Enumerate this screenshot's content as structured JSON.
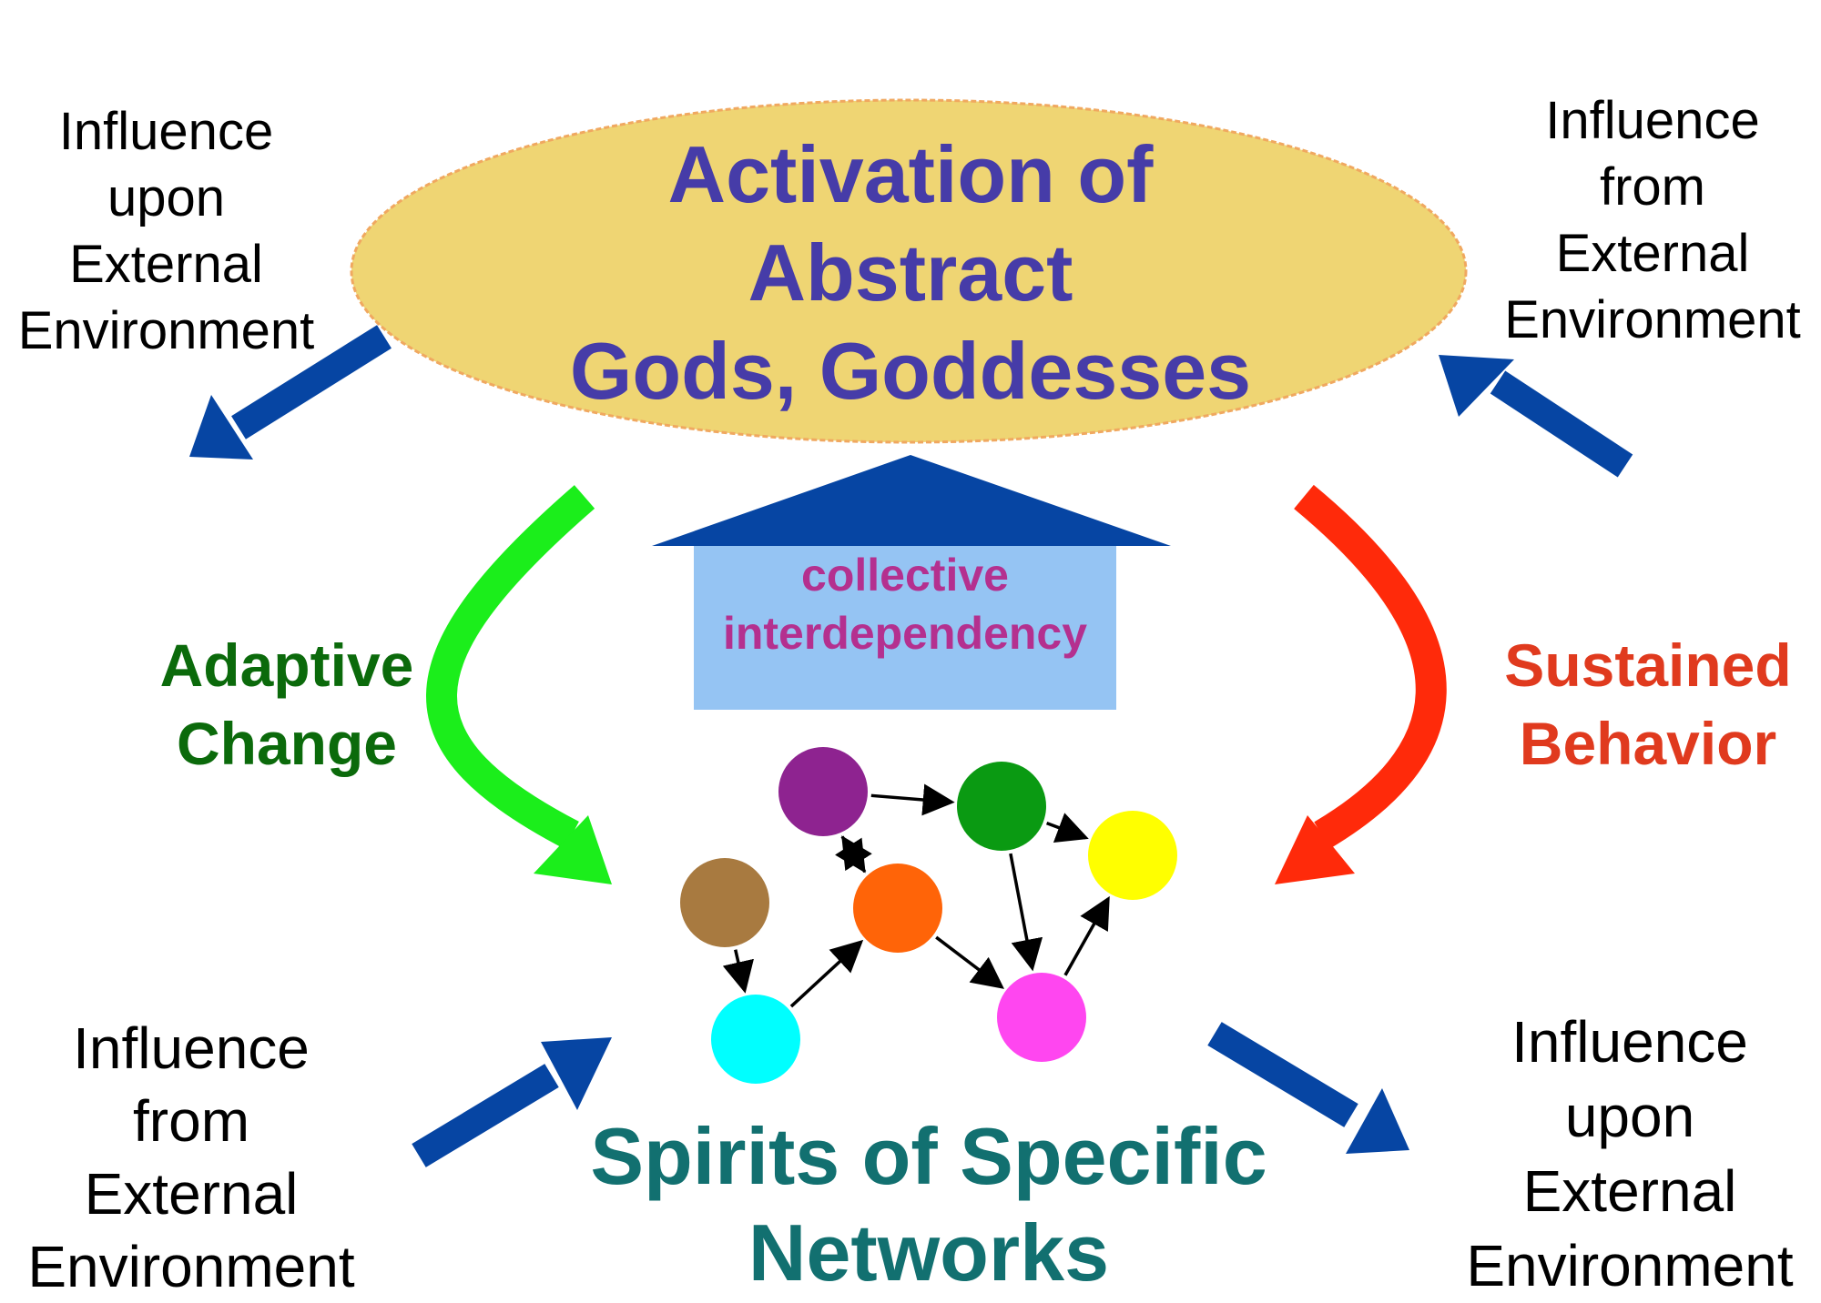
{
  "top_ellipse": {
    "lines": [
      "Activation of",
      "Abstract",
      "Gods, Goddesses"
    ],
    "fill_color": "#efd573",
    "text_color": "#463ca8"
  },
  "bottom_title": {
    "lines": [
      "Spirits of Specific",
      "Networks"
    ],
    "text_color": "#127070"
  },
  "center_arrow": {
    "lines": [
      "collective",
      "interdependency"
    ],
    "arrow_color": "#0645a3",
    "box_color": "#95c4f3",
    "text_color": "#b4308f"
  },
  "left_label": {
    "lines": [
      "Adaptive",
      "Change"
    ],
    "text_color": "#0b6a0b",
    "arrow_color": "#1bee1b"
  },
  "right_label": {
    "lines": [
      "Sustained",
      "Behavior"
    ],
    "text_color": "#e03a1e",
    "arrow_color": "#ff2a0a"
  },
  "corner_labels": {
    "top_left": [
      "Influence",
      "upon",
      "External",
      "Environment"
    ],
    "top_right": [
      "Influence",
      "from",
      "External",
      "Environment"
    ],
    "bottom_left": [
      "Influence",
      "from",
      "External",
      "Environment"
    ],
    "bottom_right": [
      "Influence",
      "upon",
      "External",
      "Environment"
    ]
  },
  "environment_arrow_color": "#0645a3",
  "network": {
    "nodes": [
      {
        "id": "purple",
        "color": "#8e2390"
      },
      {
        "id": "green",
        "color": "#0a9a12"
      },
      {
        "id": "yellow",
        "color": "#ffff00"
      },
      {
        "id": "orange",
        "color": "#ff6408"
      },
      {
        "id": "brown",
        "color": "#a87a40"
      },
      {
        "id": "cyan",
        "color": "#00ffff"
      },
      {
        "id": "magenta",
        "color": "#ff46f0"
      }
    ],
    "edges": [
      {
        "from": "purple",
        "to": "green"
      },
      {
        "from": "purple",
        "to": "orange"
      },
      {
        "from": "orange",
        "to": "purple"
      },
      {
        "from": "green",
        "to": "yellow"
      },
      {
        "from": "green",
        "to": "magenta"
      },
      {
        "from": "brown",
        "to": "cyan"
      },
      {
        "from": "cyan",
        "to": "orange"
      },
      {
        "from": "orange",
        "to": "magenta"
      },
      {
        "from": "magenta",
        "to": "yellow"
      }
    ]
  }
}
